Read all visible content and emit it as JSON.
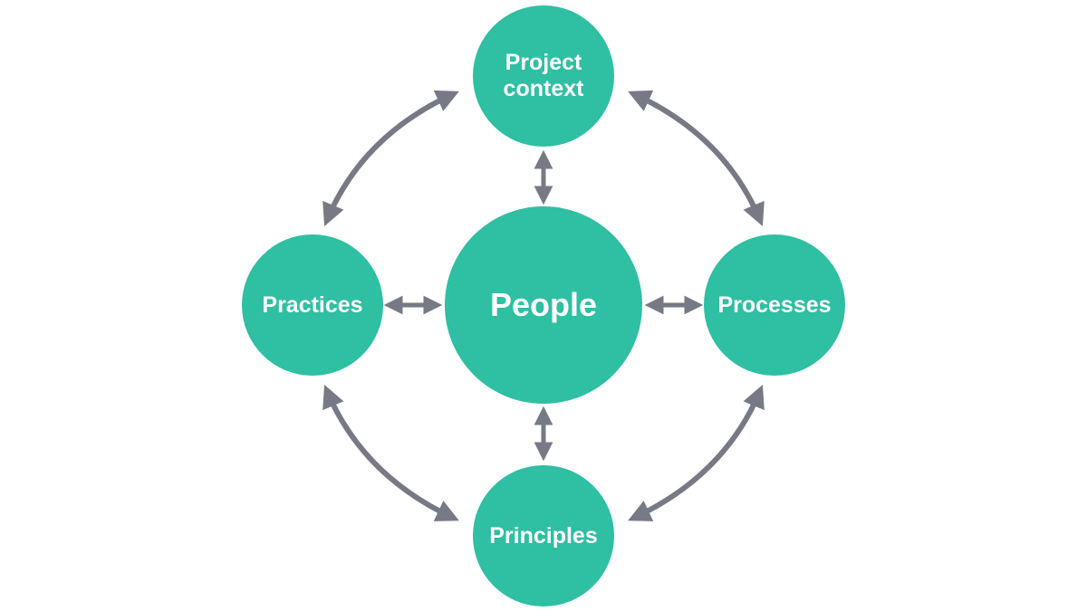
{
  "colors": {
    "node_fill": "#2fbfa2",
    "arrow": "#777a85",
    "label": "#ffffff"
  },
  "nodes": {
    "center": {
      "label": "People"
    },
    "top": {
      "line1": "Project",
      "line2": "context"
    },
    "left": {
      "label": "Practices"
    },
    "right": {
      "label": "Processes"
    },
    "bottom": {
      "label": "Principles"
    }
  }
}
